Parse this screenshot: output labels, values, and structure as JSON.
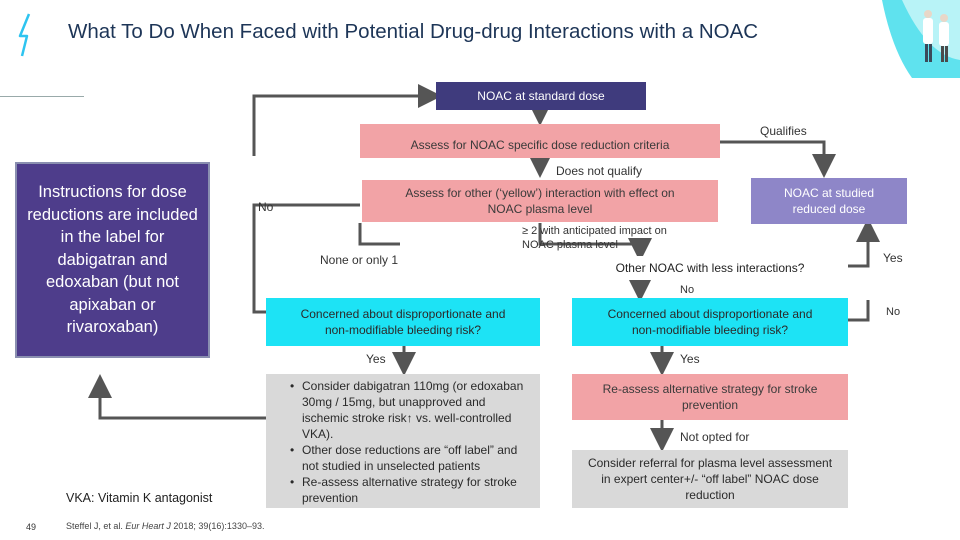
{
  "slide": {
    "title": "What To Do When Faced with Potential Drug-drug Interactions with a NOAC",
    "page_number": "49",
    "footnote": "VKA: Vitamin K antagonist",
    "citation_pre": "Steffel J, et al. ",
    "citation_journal": "Eur Heart J",
    "citation_post": " 2018; 39(16):1330–93."
  },
  "flow": {
    "noac_standard": "NOAC at standard dose",
    "assess_reduction": "Assess for NOAC specific dose reduction criteria",
    "qualifies": "Qualifies",
    "does_not_qualify": "Does not qualify",
    "assess_other": "Assess for other (‘yellow’) interaction with effect on NOAC plasma level",
    "noac_reduced": "NOAC at studied reduced dose",
    "no_left": "No",
    "instructions": "Instructions for dose reductions are included in the label for dabigatran and edoxaban (but not apixaban or rivaroxaban)",
    "none_or_one": "None or only 1",
    "two_or_more": "≥ 2 with anticipated impact on NOAC plasma level",
    "other_noac": "Other NOAC with less interactions?",
    "yes_right": "Yes",
    "no_mid": "No",
    "no_right": "No",
    "concerned_left": "Concerned about disproportionate and non-modifiable bleeding risk?",
    "concerned_right": "Concerned about disproportionate and non-modifiable bleeding risk?",
    "yes_left_below": "Yes",
    "yes_right_below": "Yes",
    "consider_items": [
      "Consider dabigatran 110mg (or edoxaban 30mg / 15mg, but unapproved and ischemic stroke risk↑ vs. well-controlled VKA).",
      "Other dose reductions are “off label” and not studied in unselected patients",
      "Re-assess alternative strategy for stroke prevention"
    ],
    "reassess": "Re-assess alternative strategy for stroke prevention",
    "not_opted": "Not opted for",
    "referral": "Consider referral for plasma level assessment in expert center+/- “off label” NOAC dose reduction"
  },
  "colors": {
    "navy": "#3f3b7d",
    "pink": "#f2a3a6",
    "lavender": "#8e86c8",
    "cyan": "#1de3f5",
    "grey": "#d9d9d9",
    "purple": "#4e3d8b"
  }
}
